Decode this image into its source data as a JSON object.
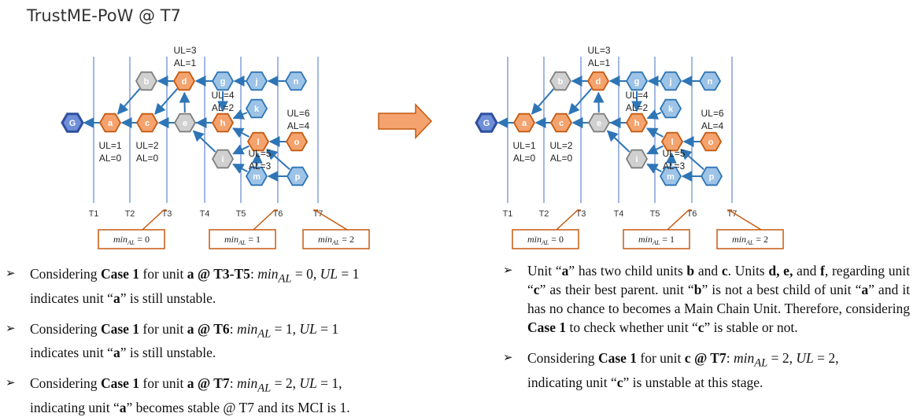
{
  "title": "TrustME-PoW @ T7",
  "panels": [
    {
      "time_labels": [
        "T1",
        "T2",
        "T3",
        "T4",
        "T5",
        "T6",
        "T7"
      ],
      "nodes": [
        {
          "id": "G",
          "label": "G",
          "kind": "genesis"
        },
        {
          "id": "a",
          "label": "a",
          "kind": "main"
        },
        {
          "id": "b",
          "label": "b",
          "kind": "gray"
        },
        {
          "id": "c",
          "label": "c",
          "kind": "main"
        },
        {
          "id": "d",
          "label": "d",
          "kind": "main"
        },
        {
          "id": "e",
          "label": "e",
          "kind": "gray"
        },
        {
          "id": "g",
          "label": "g",
          "kind": "blue"
        },
        {
          "id": "h",
          "label": "h",
          "kind": "main"
        },
        {
          "id": "i",
          "label": "i",
          "kind": "gray"
        },
        {
          "id": "j",
          "label": "j",
          "kind": "blue"
        },
        {
          "id": "k",
          "label": "k",
          "kind": "blue"
        },
        {
          "id": "l",
          "label": "l",
          "kind": "main"
        },
        {
          "id": "m",
          "label": "m",
          "kind": "blue"
        },
        {
          "id": "n",
          "label": "n",
          "kind": "blue"
        },
        {
          "id": "o",
          "label": "o",
          "kind": "main"
        },
        {
          "id": "p",
          "label": "p",
          "kind": "blue"
        }
      ],
      "annotations": [
        {
          "id": "ann-d",
          "lines": [
            "UL=3",
            "AL=1"
          ]
        },
        {
          "id": "ann-h",
          "lines": [
            "UL=4",
            "AL=2"
          ]
        },
        {
          "id": "ann-o",
          "lines": [
            "UL=6",
            "AL=4"
          ]
        },
        {
          "id": "ann-a",
          "lines": [
            "UL=1",
            "AL=0"
          ]
        },
        {
          "id": "ann-c",
          "lines": [
            "UL=2",
            "AL=0"
          ]
        },
        {
          "id": "ann-l",
          "lines": [
            "UL=5",
            "AL=3"
          ]
        }
      ],
      "min_boxes": [
        "0",
        "1",
        "2"
      ]
    },
    {
      "time_labels": [
        "T1",
        "T2",
        "T3",
        "T4",
        "T5",
        "T6",
        "T7"
      ],
      "nodes": [
        {
          "id": "G",
          "label": "G",
          "kind": "genesis"
        },
        {
          "id": "a",
          "label": "a",
          "kind": "main"
        },
        {
          "id": "b",
          "label": "b",
          "kind": "gray"
        },
        {
          "id": "c",
          "label": "c",
          "kind": "main"
        },
        {
          "id": "d",
          "label": "d",
          "kind": "main"
        },
        {
          "id": "e",
          "label": "e",
          "kind": "gray"
        },
        {
          "id": "g",
          "label": "g",
          "kind": "blue"
        },
        {
          "id": "h",
          "label": "h",
          "kind": "main"
        },
        {
          "id": "i",
          "label": "i",
          "kind": "gray"
        },
        {
          "id": "j",
          "label": "j",
          "kind": "blue"
        },
        {
          "id": "k",
          "label": "k",
          "kind": "blue"
        },
        {
          "id": "l",
          "label": "l",
          "kind": "main"
        },
        {
          "id": "m",
          "label": "m",
          "kind": "blue"
        },
        {
          "id": "n",
          "label": "n",
          "kind": "blue"
        },
        {
          "id": "o",
          "label": "o",
          "kind": "main"
        },
        {
          "id": "p",
          "label": "p",
          "kind": "blue"
        }
      ],
      "annotations": [
        {
          "id": "ann-d",
          "lines": [
            "UL=3",
            "AL=1"
          ]
        },
        {
          "id": "ann-h",
          "lines": [
            "UL=4",
            "AL=2"
          ]
        },
        {
          "id": "ann-o",
          "lines": [
            "UL=6",
            "AL=4"
          ]
        },
        {
          "id": "ann-a",
          "lines": [
            "UL=1",
            "AL=0"
          ]
        },
        {
          "id": "ann-c",
          "lines": [
            "UL=2",
            "AL=0"
          ]
        },
        {
          "id": "ann-l",
          "lines": [
            "UL=5",
            "AL=3"
          ]
        }
      ],
      "min_boxes": [
        "0",
        "1",
        "2"
      ]
    }
  ],
  "min_label": "min",
  "min_subscript": "AL",
  "edges": [
    [
      "a",
      "G"
    ],
    [
      "c",
      "a"
    ],
    [
      "b",
      "a"
    ],
    [
      "d",
      "b"
    ],
    [
      "d",
      "c"
    ],
    [
      "e",
      "c"
    ],
    [
      "h",
      "c"
    ],
    [
      "g",
      "d"
    ],
    [
      "j",
      "g"
    ],
    [
      "n",
      "j"
    ],
    [
      "e",
      "d"
    ],
    [
      "h",
      "e"
    ],
    [
      "k",
      "h"
    ],
    [
      "g",
      "h"
    ],
    [
      "l",
      "h"
    ],
    [
      "i",
      "e"
    ],
    [
      "o",
      "l"
    ],
    [
      "m",
      "l"
    ],
    [
      "m",
      "i"
    ],
    [
      "p",
      "m"
    ],
    [
      "p",
      "l"
    ],
    [
      "l",
      "i"
    ]
  ],
  "colors": {
    "main_fill": "#f4a36e",
    "main_stroke": "#c55a11",
    "blue_fill": "#9dc3e6",
    "blue_stroke": "#2e75b6",
    "gray_fill": "#d0d0d0",
    "gray_stroke": "#7f7f7f",
    "genesis_fill": "#6f8fd8",
    "genesis_stroke": "#2f4f9f",
    "edge": "#2e75b6",
    "timeline": "#4472c4",
    "box_border": "#c55a11",
    "big_arrow_fill": "#f4a36e",
    "big_arrow_stroke": "#c55a11"
  },
  "left_bullets": [
    {
      "pre": "Considering ",
      "bold1": "Case 1",
      "mid": " for unit ",
      "bold2": "a @ T3-T5",
      "post": ": ",
      "math": "min",
      "sub": "AL",
      "math2": " = 0, ",
      "math3": "UL",
      "math4": " = 1",
      "line2": "indicates unit “",
      "bold3": "a",
      "line2end": "” is still unstable."
    },
    {
      "pre": "Considering ",
      "bold1": "Case 1",
      "mid": " for unit ",
      "bold2": "a @ T6",
      "post": ": ",
      "math": "min",
      "sub": "AL",
      "math2": " = 1, ",
      "math3": "UL",
      "math4": " = 1",
      "line2": "indicates unit “",
      "bold3": "a",
      "line2end": "” is still unstable."
    },
    {
      "pre": "Considering ",
      "bold1": "Case 1",
      "mid": " for unit ",
      "bold2": "a @ T7",
      "post": ": ",
      "math": "min",
      "sub": "AL",
      "math2": " = 2, ",
      "math3": "UL",
      "math4": " = 1,",
      "line2": "indicating unit “",
      "bold3": "a",
      "line2end": "” becomes stable @ T7 and its MCI is 1."
    }
  ],
  "right_bullets": {
    "b1": {
      "t1": "Unit “",
      "b1": "a",
      "t2": "” has two child units ",
      "b2": "b",
      "t3": " and ",
      "b3": "c",
      "t4": ". Units ",
      "b4": "d, e,",
      "t5": " and ",
      "b5": "f",
      "t6": ", regarding unit “",
      "b6": "c",
      "t7": "” as their best parent. unit “",
      "b7": "b",
      "t8": "” is not a best child of unit “",
      "b8": "a",
      "t9": "” and it has no chance to becomes a Main Chain Unit. Therefore, considering ",
      "b9": "Case 1",
      "t10": " to check whether unit “",
      "b10": "c",
      "t11": "” is stable or not."
    },
    "b2": {
      "pre": "Considering ",
      "bold1": "Case 1",
      "mid": " for unit ",
      "bold2": "c @ T7",
      "post": ": ",
      "math": "min",
      "sub": "AL",
      "math2": " = 2, ",
      "math3": "UL",
      "math4": " = 2,",
      "line2": "indicating unit “",
      "bold3": "c",
      "line2end": "” is unstable at this stage."
    }
  }
}
